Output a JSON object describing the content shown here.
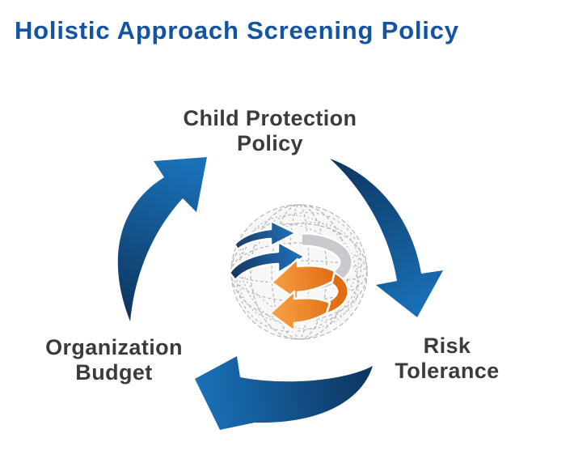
{
  "title": "Holistic Approach Screening Policy",
  "diagram": {
    "type": "cycle",
    "nodes": [
      {
        "id": "child",
        "line1": "Child Protection",
        "line2": "Policy"
      },
      {
        "id": "risk",
        "line1": "Risk",
        "line2": "Tolerance"
      },
      {
        "id": "org",
        "line1": "Organization",
        "line2": "Budget"
      }
    ],
    "center_icon": "globe-sync-icon",
    "flow": [
      "Child Protection Policy -> Risk Tolerance",
      "Risk Tolerance -> Organization Budget",
      "Organization Budget -> Child Protection Policy"
    ]
  },
  "colors": {
    "background": "#FFFFFF",
    "title": "#1254A3",
    "label": "#3E3A39",
    "arrow_dark": "#0D345E",
    "arrow_bright": "#1971B8",
    "ribbon_blue_dark": "#16365E",
    "ribbon_blue_bright": "#2173BE",
    "ribbon_orange_dark": "#E06C12",
    "ribbon_orange_bright": "#F8A047",
    "globe_gray": "#A9A9AD",
    "silver_band": "#C7C9CD"
  }
}
